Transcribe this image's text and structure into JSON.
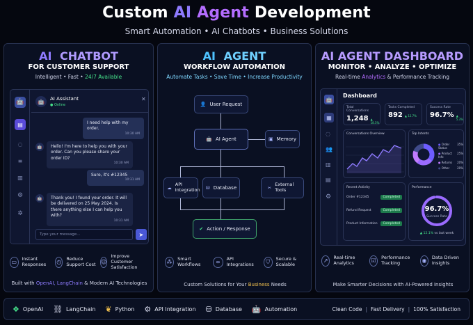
{
  "header": {
    "title_pre": "Custom ",
    "title_ai": "AI",
    "title_agent": " Agent",
    "title_post": " Development",
    "subtitle": "Smart Automation  •  AI Chatbots  •  Business Solutions"
  },
  "chatbot": {
    "title_ai": "AI",
    "title_rest": "CHATBOT",
    "tagline": "FOR CUSTOMER SUPPORT",
    "features_line_a": "Intelligent • Fast • ",
    "features_line_b": "24/7 Available",
    "assistant_name": "AI Assistant",
    "status": "● Online",
    "messages": [
      {
        "from": "user",
        "text": "I need help with my order.",
        "time": "10:30 AM"
      },
      {
        "from": "bot",
        "text": "Hello! I'm here to help you with your order. Can you please share your order ID?",
        "time": "10:30 AM"
      },
      {
        "from": "user",
        "text": "Sure, it's #12345",
        "time": "10:31 AM"
      },
      {
        "from": "bot",
        "text": "Thank you! I found your order. It will be delivered on 25 May 2024. Is there anything else I can help you with?",
        "time": "10:31 AM"
      }
    ],
    "input_placeholder": "Type your message...",
    "features": [
      {
        "icon": "speech-bubble-icon",
        "label": "Instant Responses"
      },
      {
        "icon": "clock-icon",
        "label": "Reduce Support Cost"
      },
      {
        "icon": "smile-icon",
        "label": "Improve Customer Satisfaction"
      }
    ],
    "footer_a": "Built with ",
    "footer_b": "OpenAI, LangChain",
    "footer_c": " & Modern AI Technologies"
  },
  "agent": {
    "title_ai": "AI",
    "title_rest": "AGENT",
    "tagline": "WORKFLOW AUTOMATION",
    "features_line": "Automate Tasks • Save Time • Increase Productivity",
    "nodes": {
      "user_request": "User Request",
      "ai_agent": "AI Agent",
      "memory": "Memory",
      "api": "API Integration",
      "database": "Database",
      "tools": "External Tools",
      "action": "Action / Response"
    },
    "features": [
      {
        "icon": "network-icon",
        "label": "Smart Workflows"
      },
      {
        "icon": "link-icon",
        "label": "API Integrations"
      },
      {
        "icon": "shield-icon",
        "label": "Secure & Scalable"
      }
    ],
    "footer_a": "Custom Solutions for Your ",
    "footer_b": "Business",
    "footer_c": " Needs"
  },
  "dashboard": {
    "title": "AI AGENT DASHBOARD",
    "tagline": "MONITOR • ANALYZE • OPTIMIZE",
    "features_line_a": "Real-time ",
    "features_line_b": "Analytics",
    "features_line_c": " & Performance Tracking",
    "heading": "Dashboard",
    "stats": [
      {
        "label": "Total Conversations",
        "value": "1,248",
        "delta": "▲ 18.5%"
      },
      {
        "label": "Tasks Completed",
        "value": "892",
        "delta": "▲ 12.7%"
      },
      {
        "label": "Success Rate",
        "value": "96.7%",
        "delta": "▲ 5.3%"
      }
    ],
    "overview_title": "Conversations Overview",
    "intents_title": "Top Intents",
    "intents": [
      {
        "label": "Order Status",
        "pct": "35%",
        "color": "#6d5cff"
      },
      {
        "label": "Product Info",
        "pct": "25%",
        "color": "#9b6bff"
      },
      {
        "label": "Returns",
        "pct": "20%",
        "color": "#c17bff"
      },
      {
        "label": "Other",
        "pct": "20%",
        "color": "#3f4a8a"
      }
    ],
    "activity_title": "Recent Activity",
    "activity": [
      {
        "label": "Order #12345",
        "status": "Completed"
      },
      {
        "label": "Refund Request",
        "status": "Completed"
      },
      {
        "label": "Product Information",
        "status": "Completed"
      }
    ],
    "performance_title": "Performance",
    "performance_value": "96.7%",
    "performance_label": "Success Rate",
    "performance_fraction": 0.967,
    "performance_delta": "▲ 12.1%",
    "performance_delta_note": " vs last week",
    "features": [
      {
        "icon": "chart-icon",
        "label": "Real-time Analytics"
      },
      {
        "icon": "clipboard-icon",
        "label": "Performance Tracking"
      },
      {
        "icon": "insight-icon",
        "label": "Data Driven Insights"
      }
    ],
    "footer": "Make Smarter Decisions with AI-Powered Insights"
  },
  "bottom_bar": {
    "tech": [
      {
        "icon": "openai-icon",
        "label": "OpenAI"
      },
      {
        "icon": "langchain-icon",
        "label": "LangChain"
      },
      {
        "icon": "python-icon",
        "label": "Python"
      },
      {
        "icon": "api-icon",
        "label": "API Integration"
      },
      {
        "icon": "database-icon",
        "label": "Database"
      },
      {
        "icon": "robot-icon",
        "label": "Automation"
      }
    ],
    "promise_1": "Clean Code",
    "promise_2": "Fast Delivery",
    "promise_3": "100% Satisfaction"
  },
  "colors": {
    "accent": "#8f7bff",
    "accent2": "#b46dff",
    "green": "#45e08a",
    "cyan": "#4fc3ff"
  }
}
